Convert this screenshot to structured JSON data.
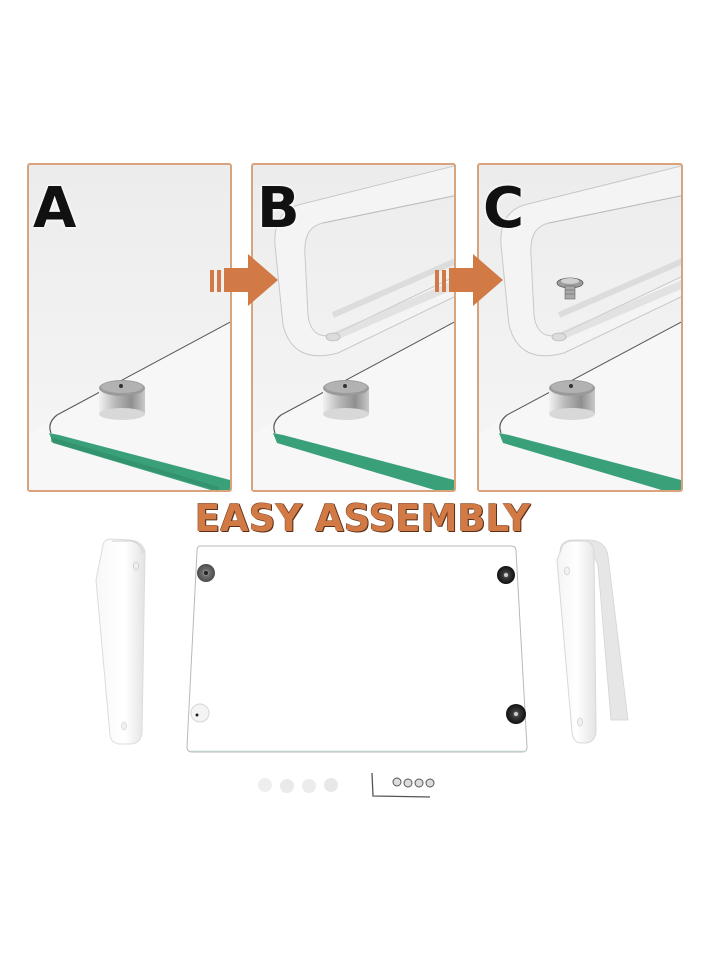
{
  "title": "EASY ASSEMBLY",
  "colors": {
    "accent_orange": "#d27a45",
    "panel_border": "#d9a37c",
    "glass_edge_green": "#3aa07a",
    "letter_black": "#111111",
    "background": "#ffffff"
  },
  "steps": [
    {
      "letter": "A",
      "description": "glass-shelf-with-standoff"
    },
    {
      "letter": "B",
      "description": "bracket-placed-over-standoff"
    },
    {
      "letter": "C",
      "description": "screw-fastens-bracket"
    }
  ],
  "arrows": [
    {
      "icon": "arrow-right-icon",
      "from": "A",
      "to": "B"
    },
    {
      "icon": "arrow-right-icon",
      "from": "B",
      "to": "C"
    }
  ],
  "parts": {
    "brackets": 2,
    "glass_panel": 1,
    "standoff_knobs": 4,
    "rubber_pads": 4,
    "allen_key": 1,
    "screws": 4
  }
}
